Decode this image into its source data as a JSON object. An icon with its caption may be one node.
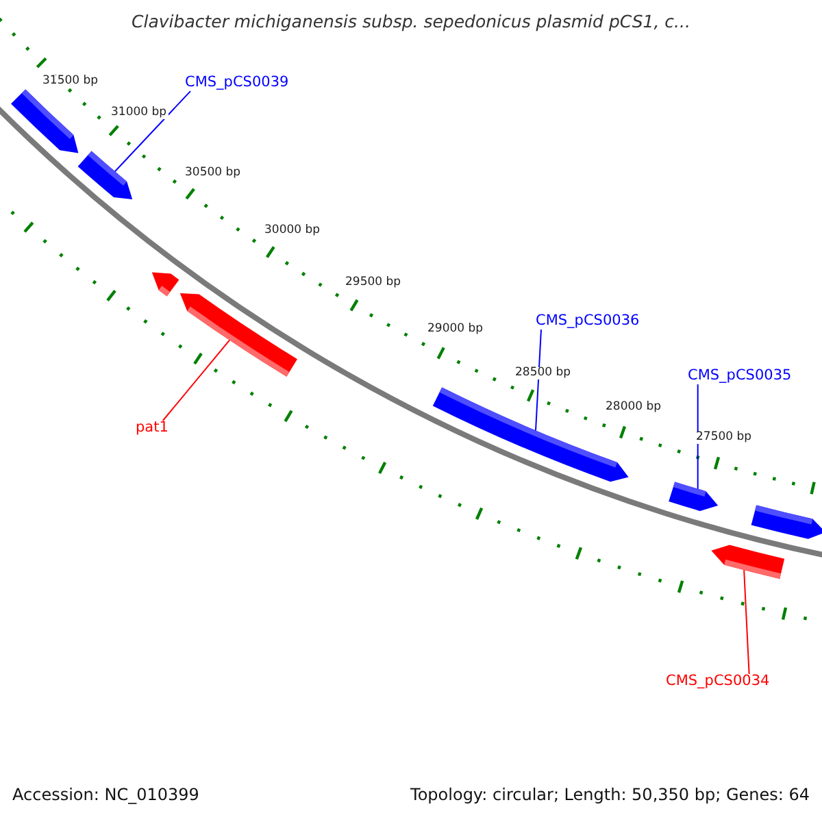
{
  "diagram": {
    "title": "Clavibacter michiganensis subsp. sepedonicus plasmid pCS1, c...",
    "nodes": [
      {
        "text": [
          "CMS_pCS0039"
        ]
      },
      {
        "text": [],
        "shape": "bar"
      },
      {
        "text": [],
        "shape": "bar"
      },
      {
        "text": [],
        "shape": "bar"
      },
      {
        "text": [],
        "shape": "bar"
      },
      {
        "text": [
          "pat1"
        ]
      },
      {
        "text": [
          "CMS_pCS0036"
        ]
      },
      {
        "text": [],
        "shape": "bar"
      },
      {
        "text": [
          "CMS_pCS0035"
        ]
      },
      {
        "text": [],
        "shape": "bar"
      },
      {
        "text": [],
        "shape": "bar"
      },
      {
        "text": [],
        "shape": "bar"
      },
      {
        "text": [
          "CMS_pCS0034"
        ]
      }
    ],
    "edges": [
      {
        "from": 0,
        "to": 2,
        "arrow": "none"
      },
      {
        "from": 5,
        "to": 4,
        "arrow": "none",
        "color": "#ff0000"
      },
      {
        "from": 6,
        "to": 7,
        "arrow": "none"
      },
      {
        "from": 8,
        "to": 9,
        "arrow": "none"
      },
      {
        "from": 12,
        "to": 10,
        "arrow": "none",
        "color": "#ff0000"
      }
    ],
    "labels": [
      "31500 bp",
      "31000 bp",
      "30500 bp",
      "30000 bp",
      "29500 bp",
      "29000 bp",
      "28500 bp",
      "28000 bp",
      "27500 bp",
      "Accession: NC_010399",
      "Topology: circular; Length: 50,350 bp; Genes: 64"
    ]
  }
}
